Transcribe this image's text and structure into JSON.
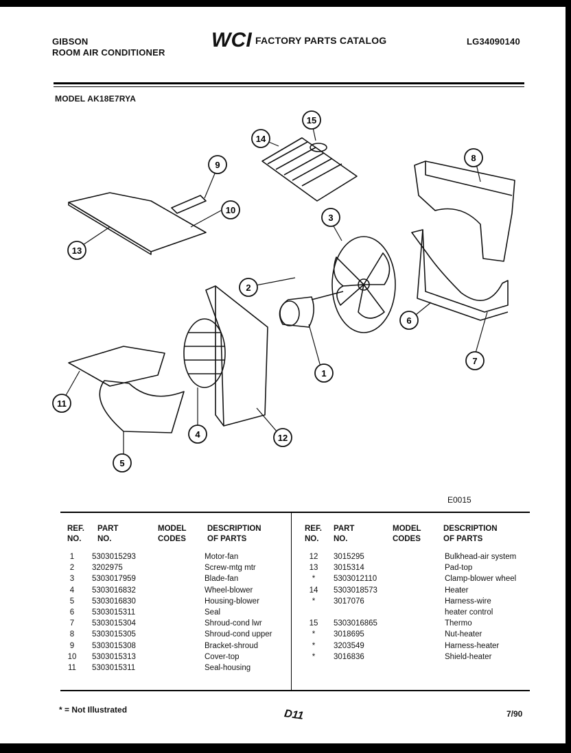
{
  "header": {
    "brand": "GIBSON",
    "product": "ROOM AIR CONDITIONER",
    "logo_text": "WCI",
    "catalog_title": "FACTORY PARTS CATALOG",
    "doc_number": "LG34090140",
    "model_line": "MODEL AK18E7RYA"
  },
  "diagram": {
    "callouts": [
      "1",
      "2",
      "3",
      "4",
      "5",
      "6",
      "7",
      "8",
      "9",
      "10",
      "11",
      "12",
      "13",
      "14",
      "15"
    ],
    "code": "E0015"
  },
  "parts_table": {
    "headers": {
      "ref": "REF.\nNO.",
      "part": "PART\nNO.",
      "model": "MODEL\nCODES",
      "desc": "DESCRIPTION\nOF PARTS"
    },
    "left_rows": [
      {
        "ref": "1",
        "part": "5303015293",
        "code": "",
        "desc": "Motor-fan"
      },
      {
        "ref": "2",
        "part": "3202975",
        "code": "",
        "desc": "Screw-mtg mtr"
      },
      {
        "ref": "3",
        "part": "5303017959",
        "code": "",
        "desc": "Blade-fan"
      },
      {
        "ref": "4",
        "part": "5303016832",
        "code": "",
        "desc": "Wheel-blower"
      },
      {
        "ref": "5",
        "part": "5303016830",
        "code": "",
        "desc": "Housing-blower"
      },
      {
        "ref": "6",
        "part": "5303015311",
        "code": "",
        "desc": "Seal"
      },
      {
        "ref": "7",
        "part": "5303015304",
        "code": "",
        "desc": "Shroud-cond lwr"
      },
      {
        "ref": "8",
        "part": "5303015305",
        "code": "",
        "desc": "Shroud-cond upper"
      },
      {
        "ref": "9",
        "part": "5303015308",
        "code": "",
        "desc": "Bracket-shroud"
      },
      {
        "ref": "10",
        "part": "5303015313",
        "code": "",
        "desc": "Cover-top"
      },
      {
        "ref": "11",
        "part": "5303015311",
        "code": "",
        "desc": "Seal-housing"
      }
    ],
    "right_rows": [
      {
        "ref": "12",
        "part": "3015295",
        "code": "",
        "desc": "Bulkhead-air system"
      },
      {
        "ref": "13",
        "part": "3015314",
        "code": "",
        "desc": "Pad-top"
      },
      {
        "ref": "*",
        "part": "5303012110",
        "code": "",
        "desc": "Clamp-blower wheel"
      },
      {
        "ref": "14",
        "part": "5303018573",
        "code": "",
        "desc": "Heater"
      },
      {
        "ref": "*",
        "part": "3017076",
        "code": "",
        "desc": "Harness-wire"
      },
      {
        "ref": "",
        "part": "",
        "code": "",
        "desc": "heater control"
      },
      {
        "ref": "15",
        "part": "5303016865",
        "code": "",
        "desc": "Thermo"
      },
      {
        "ref": "*",
        "part": "3018695",
        "code": "",
        "desc": "Nut-heater"
      },
      {
        "ref": "*",
        "part": "3203549",
        "code": "",
        "desc": "Harness-heater"
      },
      {
        "ref": "*",
        "part": "3016836",
        "code": "",
        "desc": "Shield-heater"
      }
    ]
  },
  "footer": {
    "legend": "* = Not Illustrated",
    "page": "D11",
    "date": "7/90"
  },
  "colors": {
    "ink": "#111111",
    "paper": "#ffffff"
  }
}
